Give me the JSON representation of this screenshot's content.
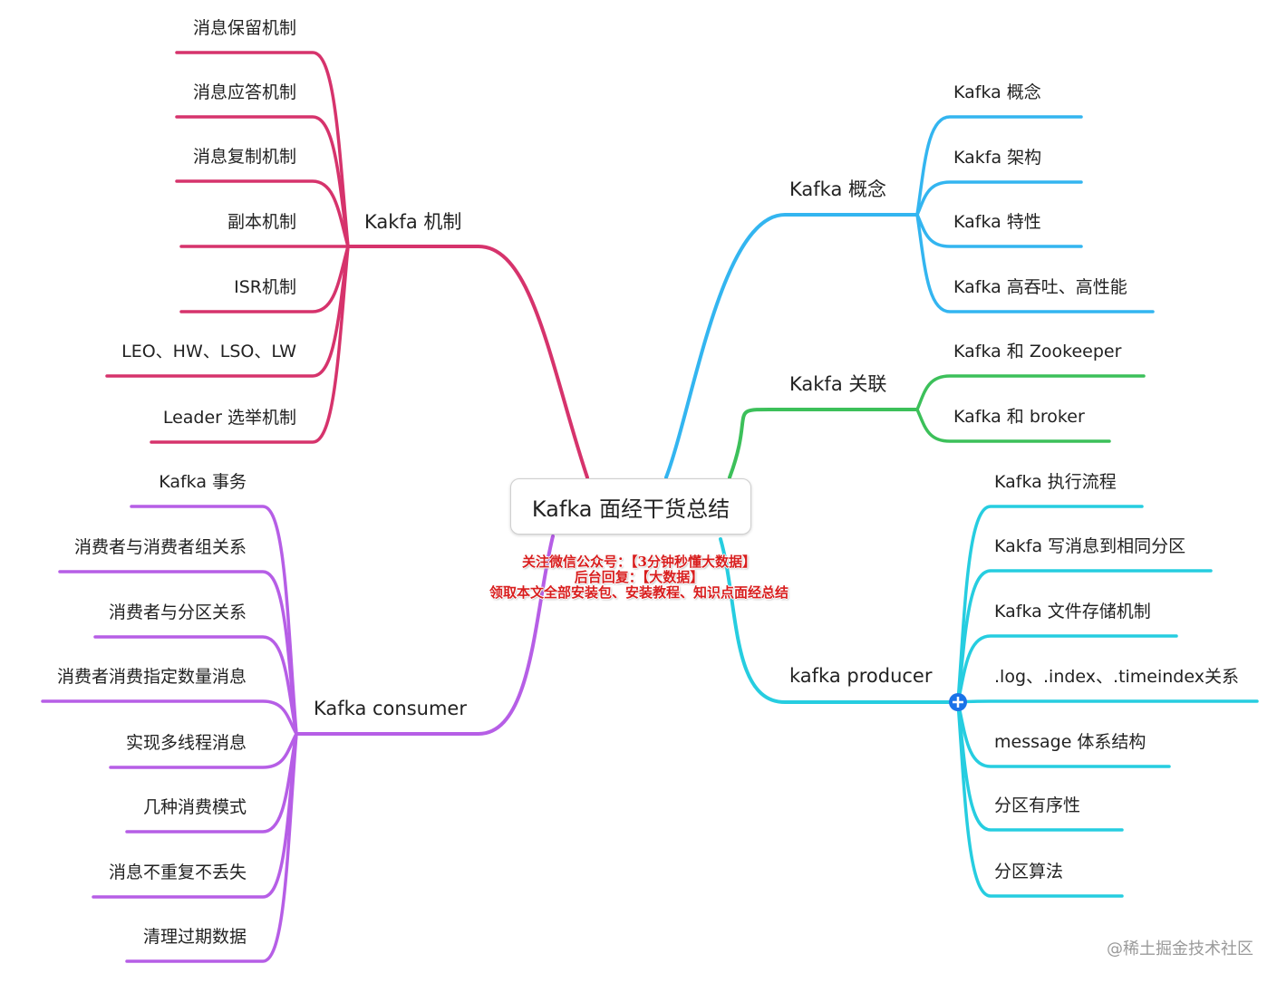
{
  "center": {
    "title": "Kafka 面经干货总结"
  },
  "promo": {
    "line1": "关注微信公众号：【3分钟秒懂大数据】",
    "line2": "后台回复：【大数据】",
    "line3": "领取本文全部安装包、安装教程、知识点面经总结"
  },
  "watermark": "@稀土掘金技术社区",
  "colors": {
    "mechanism": "#d6336c",
    "concept": "#33b5f0",
    "relation": "#3cc05a",
    "producer": "#26cde0",
    "consumer": "#b65ee6",
    "expand_button": "#1a73e8"
  },
  "expand_icon": "plus-circle-icon",
  "branches": {
    "mechanism": {
      "label": "Kakfa 机制",
      "children": [
        "消息保留机制",
        "消息应答机制",
        "消息复制机制",
        "副本机制",
        "ISR机制",
        "LEO、HW、LSO、LW",
        "Leader 选举机制"
      ]
    },
    "consumer": {
      "label": "Kafka consumer",
      "children": [
        "Kafka 事务",
        "消费者与消费者组关系",
        "消费者与分区关系",
        "消费者消费指定数量消息",
        "实现多线程消息",
        "几种消费模式",
        "消息不重复不丢失",
        "清理过期数据"
      ]
    },
    "concept": {
      "label": "Kafka 概念",
      "children": [
        "Kafka 概念",
        "Kakfa 架构",
        "Kafka 特性",
        "Kafka 高吞吐、高性能"
      ]
    },
    "relation": {
      "label": "Kakfa 关联",
      "children": [
        "Kafka 和 Zookeeper",
        "Kafka 和 broker"
      ]
    },
    "producer": {
      "label": "kafka producer",
      "children": [
        "Kafka 执行流程",
        "Kakfa 写消息到相同分区",
        "Kafka 文件存储机制",
        ".log、.index、.timeindex关系",
        "message 体系结构",
        "分区有序性",
        "分区算法"
      ]
    }
  }
}
